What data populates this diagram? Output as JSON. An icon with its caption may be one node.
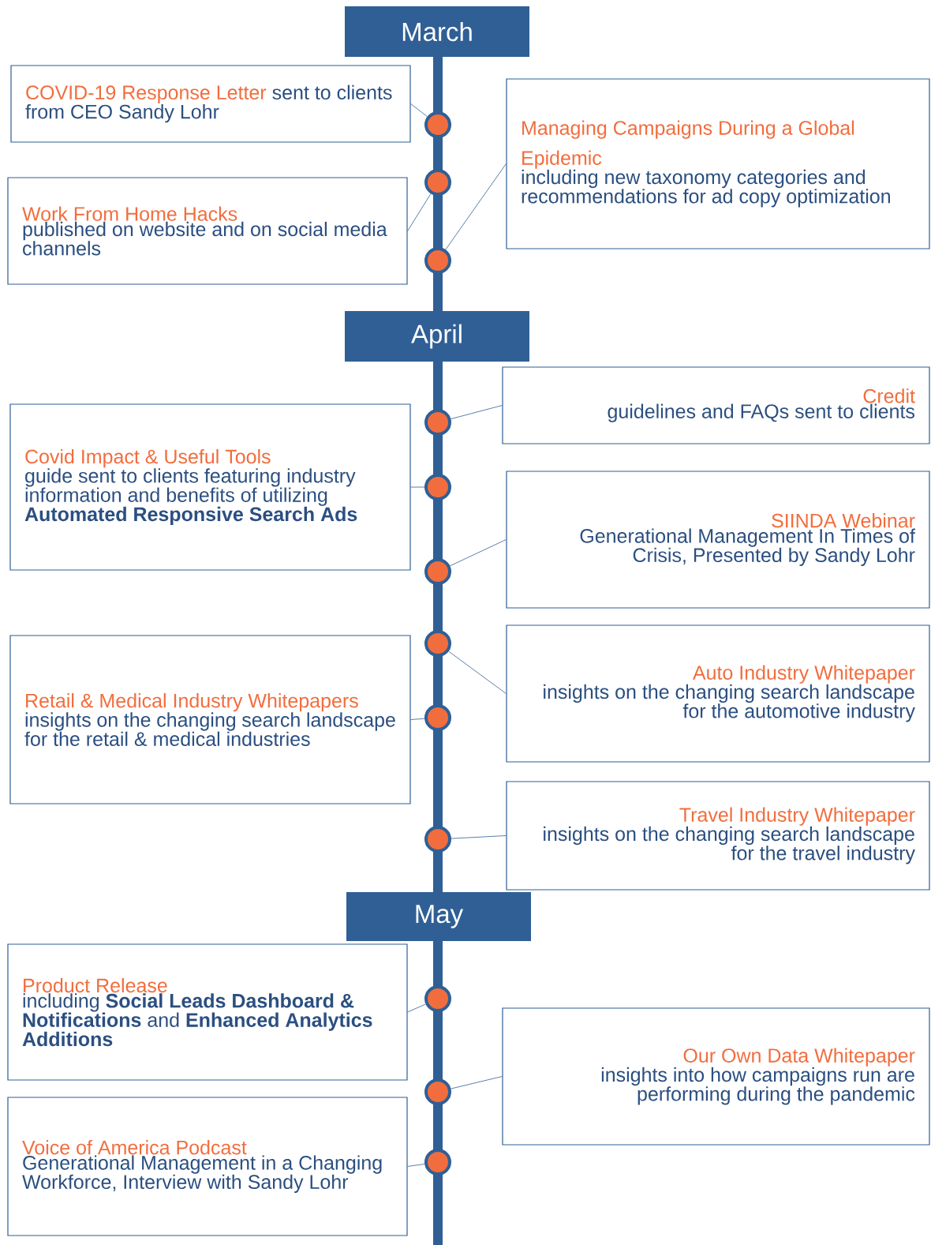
{
  "diagram": {
    "nodes": [
      {
        "text": [
          "March"
        ]
      },
      {
        "text": [
          "COVID-19 Response Letter",
          "sent to clients from CEO Sandy Lohr"
        ]
      },
      {
        "text": [
          "Managing Campaigns During a Global Epidemic",
          "including new taxonomy categories and recommendations for ad copy optimization"
        ]
      },
      {
        "text": [
          "Work From Home Hacks",
          "published on website and on social media channels"
        ]
      },
      {
        "text": [
          "April"
        ]
      },
      {
        "text": [
          "Credit",
          "guidelines and FAQs sent to clients"
        ]
      },
      {
        "text": [
          "Covid Impact & Useful Tools",
          "guide sent to clients featuring industry information and benefits of utilizing **Automated Responsive Search Ads**"
        ]
      },
      {
        "text": [
          "SIINDA Webinar",
          "Generational Management In Times of Crisis, Presented by Sandy Lohr"
        ]
      },
      {
        "text": [
          "Retail & Medical Industry Whitepapers",
          "insights on the changing search landscape for the retail & medical industries"
        ]
      },
      {
        "text": [
          "Auto Industry Whitepaper",
          "insights on the changing search landscape for the automotive industry"
        ]
      },
      {
        "text": [
          "Travel Industry Whitepaper",
          "insights on the changing search landscape for the travel industry"
        ]
      },
      {
        "text": [
          "May"
        ]
      },
      {
        "text": [
          "Product Release",
          "including **Social Leads Dashboard & Notifications** and **Enhanced Analytics Additions**"
        ]
      },
      {
        "text": [
          "Our Own Data Whitepaper",
          "insights into how campaigns run are performing during the pandemic"
        ]
      },
      {
        "text": [
          "Voice of America Podcast",
          "Generational Management in a Changing Workforce, Interview with Sandy Lohr"
        ]
      },
      {
        "text": [],
        "shape": "circle"
      },
      {
        "text": [],
        "shape": "circle"
      },
      {
        "text": [],
        "shape": "circle"
      },
      {
        "text": [],
        "shape": "circle"
      },
      {
        "text": [],
        "shape": "circle"
      },
      {
        "text": [],
        "shape": "circle"
      },
      {
        "text": [],
        "shape": "circle"
      },
      {
        "text": [],
        "shape": "circle"
      },
      {
        "text": [],
        "shape": "circle"
      },
      {
        "text": [],
        "shape": "circle"
      },
      {
        "text": [],
        "shape": "circle"
      },
      {
        "text": [],
        "shape": "circle"
      }
    ],
    "edges": [
      {
        "from": 1,
        "to": 15,
        "arrow": "none"
      },
      {
        "from": 3,
        "to": 16,
        "arrow": "none"
      },
      {
        "from": 2,
        "to": 17,
        "arrow": "none"
      },
      {
        "from": 5,
        "to": 18,
        "arrow": "none"
      },
      {
        "from": 6,
        "to": 19,
        "arrow": "none"
      },
      {
        "from": 7,
        "to": 20,
        "arrow": "none"
      },
      {
        "from": 9,
        "to": 21,
        "arrow": "none"
      },
      {
        "from": 8,
        "to": 22,
        "arrow": "none"
      },
      {
        "from": 10,
        "to": 23,
        "arrow": "none"
      },
      {
        "from": 12,
        "to": 24,
        "arrow": "none"
      },
      {
        "from": 13,
        "to": 25,
        "arrow": "none"
      },
      {
        "from": 14,
        "to": 26,
        "arrow": "none"
      }
    ]
  }
}
